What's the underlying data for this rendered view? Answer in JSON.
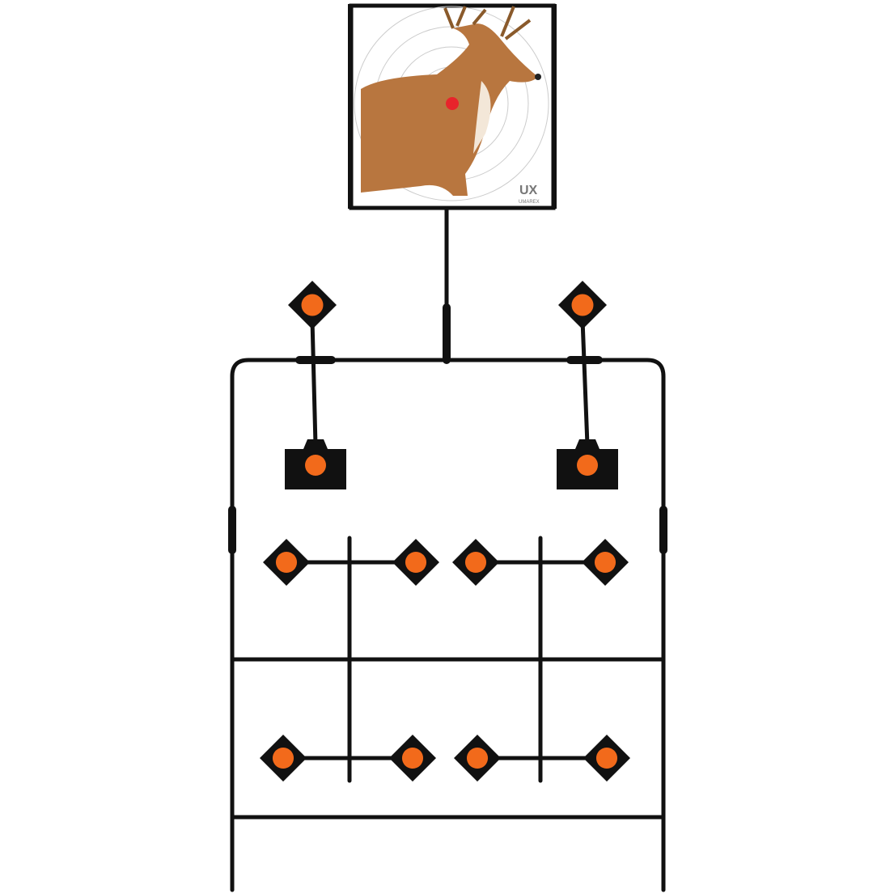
{
  "image": {
    "subject": "target-stand",
    "colors": {
      "metal": "#111111",
      "target_dot": "#f26a1b",
      "bullseye": "#e8242b",
      "background": "#ffffff",
      "deer": "#b8763f"
    },
    "logo": {
      "mark": "UX",
      "brand": "UMAREX"
    }
  }
}
